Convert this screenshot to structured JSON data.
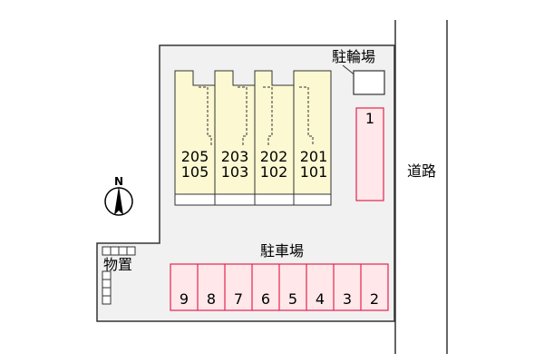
{
  "labels": {
    "bicycle_parking": "駐輪場",
    "road": "道路",
    "car_parking": "駐車場",
    "storage": "物置",
    "north": "N"
  },
  "units": [
    {
      "upper": "205",
      "lower": "105"
    },
    {
      "upper": "203",
      "lower": "103"
    },
    {
      "upper": "202",
      "lower": "102"
    },
    {
      "upper": "201",
      "lower": "101"
    }
  ],
  "parking_spaces": [
    "9",
    "8",
    "7",
    "6",
    "5",
    "4",
    "3",
    "2"
  ],
  "side_space": "1",
  "colors": {
    "lot_fill": "#f1f1f1",
    "building_fill": "#fbf8d2",
    "parking_fill": "#ffe7ea",
    "parking_stroke": "#e2264d",
    "line": "#333333"
  }
}
